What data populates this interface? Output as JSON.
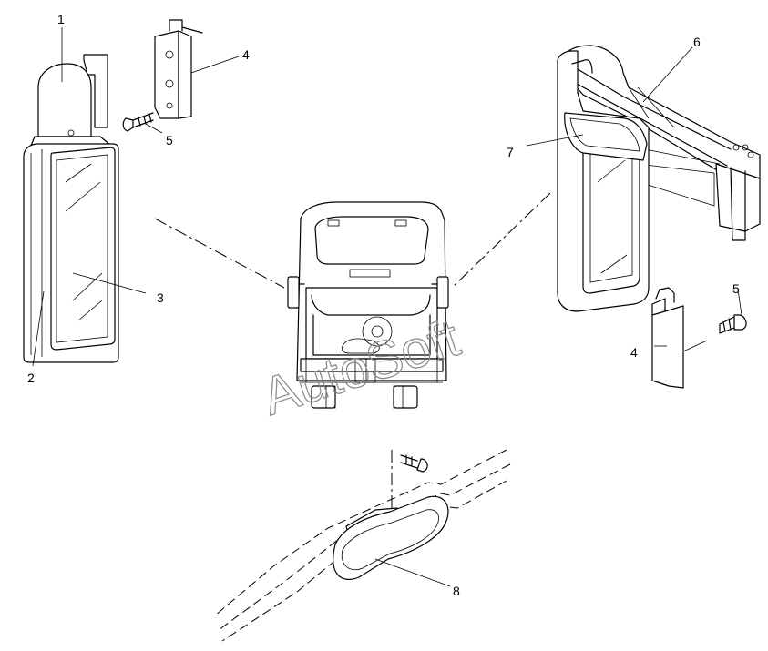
{
  "callouts": {
    "c1": "1",
    "c2": "2",
    "c3": "3",
    "c4a": "4",
    "c5a": "5",
    "c6": "6",
    "c7": "7",
    "c4b": "4",
    "c5b": "5",
    "c8": "8"
  },
  "watermark": "AutoSoft"
}
